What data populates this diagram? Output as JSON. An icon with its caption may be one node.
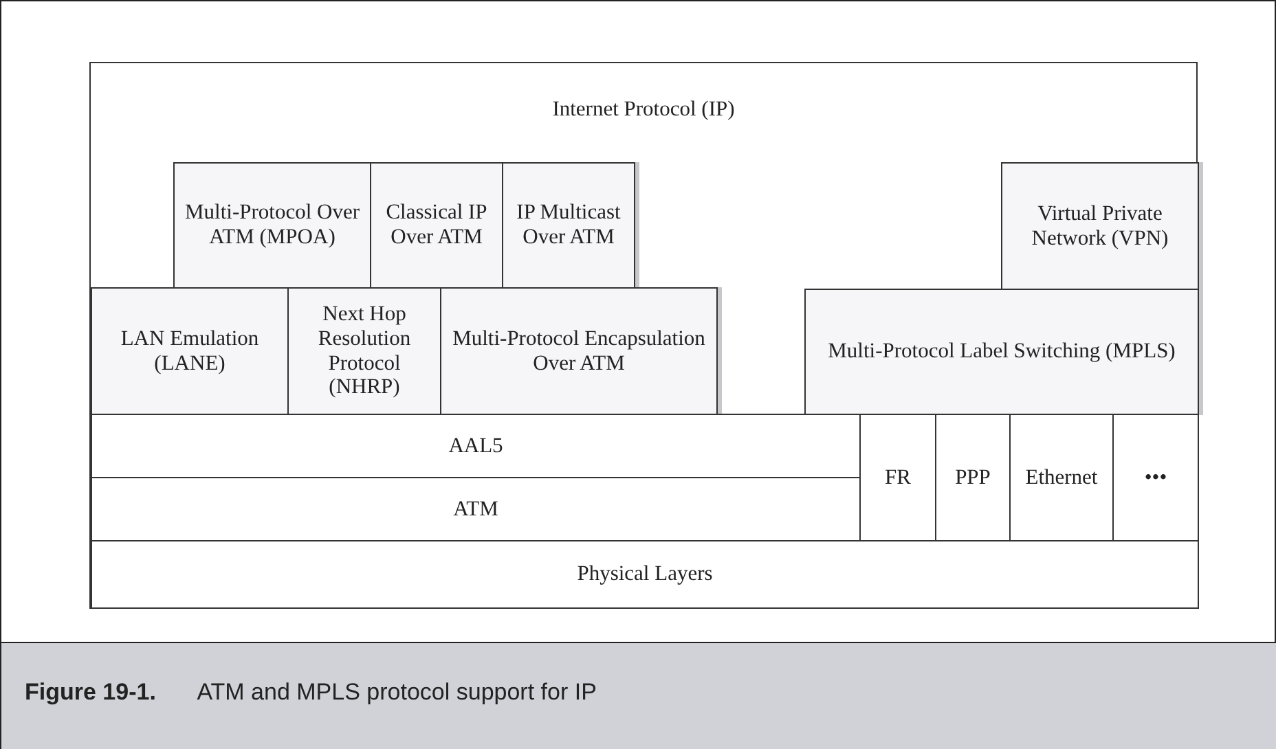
{
  "diagram": {
    "caption": "**Figure 19-1.** ATM and MPLS protocol support for IP",
    "nodes": [
      {
        "text": [
          "Internet Protocol (IP)"
        ]
      },
      {
        "text": [
          "Multi-Protocol Over ATM (MPOA)"
        ],
        "in": 0
      },
      {
        "text": [
          "Classical IP Over ATM"
        ],
        "in": 0
      },
      {
        "text": [
          "IP Multicast Over ATM"
        ],
        "in": 0
      },
      {
        "text": [
          "Virtual Private Network (VPN)"
        ],
        "in": 0
      },
      {
        "text": [
          "LAN Emulation (LANE)"
        ],
        "in": 0
      },
      {
        "text": [
          "Next Hop Resolution Protocol (NHRP)"
        ],
        "in": 0
      },
      {
        "text": [
          "Multi-Protocol Encapsulation Over ATM"
        ],
        "in": 0
      },
      {
        "text": [
          "Multi-Protocol Label Switching (MPLS)"
        ],
        "in": 0
      },
      {
        "text": [
          "AAL5"
        ],
        "in": 0
      },
      {
        "text": [
          "FR"
        ],
        "in": 0
      },
      {
        "text": [
          "PPP"
        ],
        "in": 0
      },
      {
        "text": [
          "Ethernet"
        ],
        "in": 0
      },
      {
        "text": [
          "•••"
        ],
        "in": 0
      },
      {
        "text": [
          "ATM"
        ],
        "in": 0
      },
      {
        "text": [
          "Physical Layers"
        ],
        "in": 0
      }
    ]
  }
}
